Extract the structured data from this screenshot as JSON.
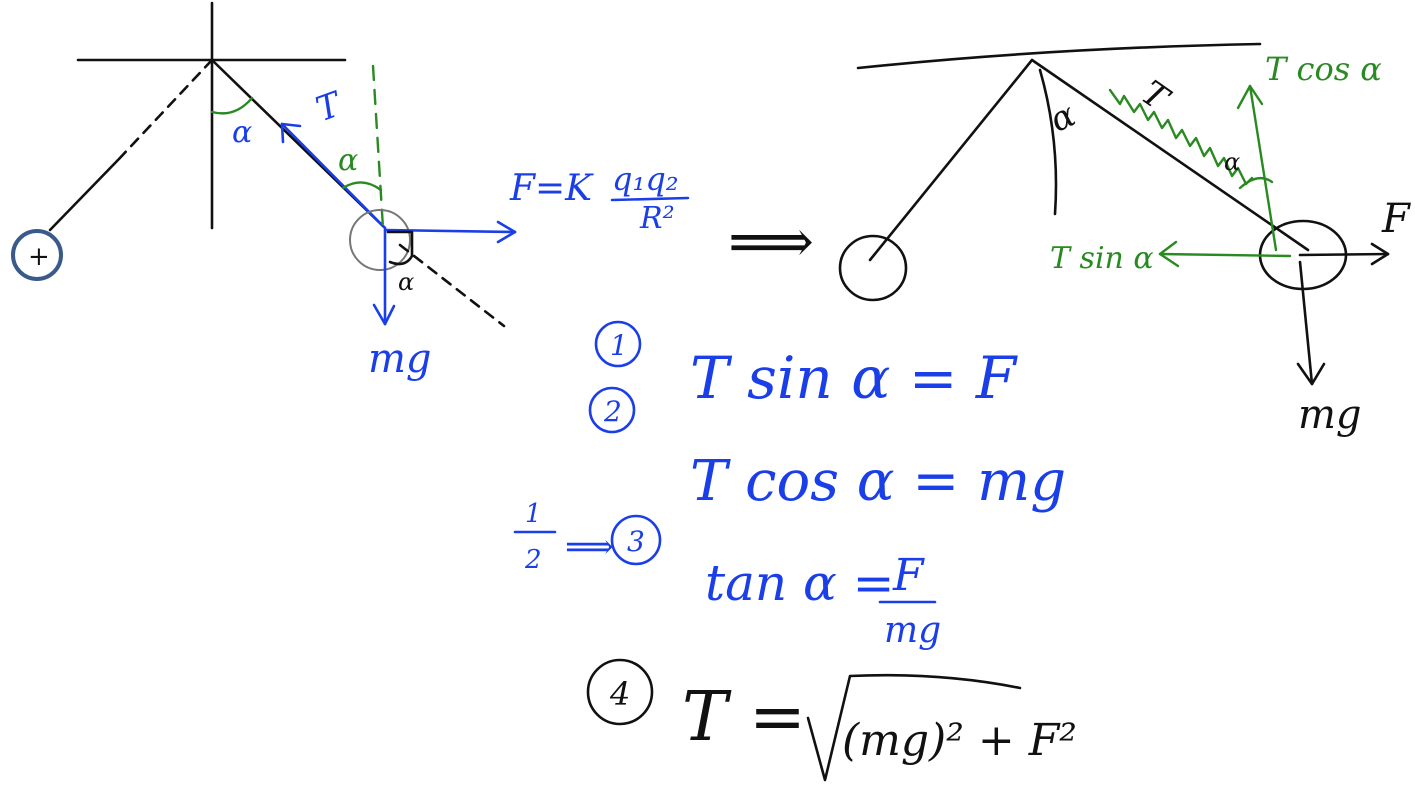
{
  "colors": {
    "ink_black": "#111111",
    "ink_blue": "#1a3ee8",
    "ink_green": "#2a8a22",
    "charge_ring": "#3a5a8c",
    "background": "#ffffff"
  },
  "left_diagram": {
    "charge_label": "+",
    "angle_label_left": "α",
    "tension_label": "T",
    "angle_label_green": "α",
    "angle_label_bottom": "α",
    "force_formula": "F=K q₁q₂/R²",
    "force_formula_top": "F=K",
    "force_formula_num": "q₁q₂",
    "force_formula_den": "R²",
    "weight_label": "mg"
  },
  "implies_arrow": "⟹",
  "right_diagram": {
    "angle_label_alpha": "α",
    "tension_label": "T",
    "tcos_label": "T cos α",
    "tsin_label": "T sin α",
    "force_label": "F",
    "weight_label": "mg",
    "angle_label_small": "α"
  },
  "equations": {
    "eq1_num": "1",
    "eq1": "T sin α = F",
    "eq2_num": "2",
    "eq2": "T cos α = mg",
    "ratio_top": "1",
    "ratio_bottom": "2",
    "ratio_arrow": "⟹",
    "eq3_num": "3",
    "eq3_lhs": "tan α = ",
    "eq3_num_part": "F",
    "eq3_den_part": "mg",
    "eq4_num": "4",
    "eq4_lhs": "T = ",
    "eq4_rhs": "(mg)² + F²"
  }
}
